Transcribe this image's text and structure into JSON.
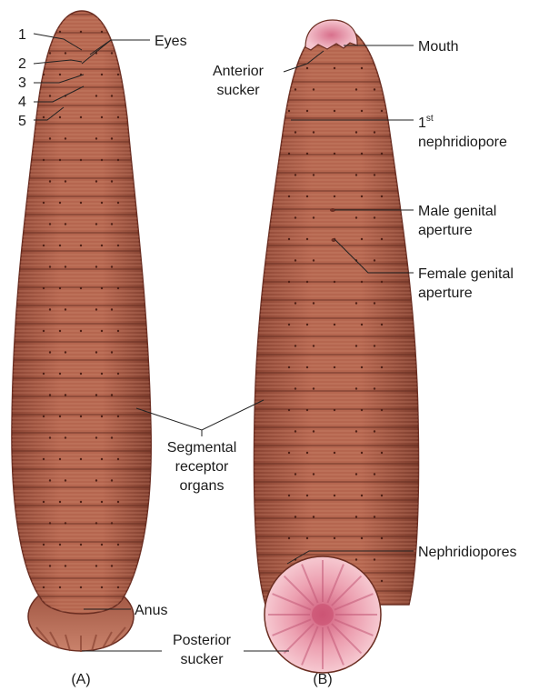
{
  "figure": {
    "panel_a": {
      "panel_label": "(A)",
      "segment_numbers": [
        "1",
        "2",
        "3",
        "4",
        "5"
      ],
      "eyes_label": "Eyes",
      "receptor_label": [
        "Segmental",
        "receptor",
        "organs"
      ],
      "anus_label": "Anus",
      "posterior_sucker_label": [
        "Posterior",
        "sucker"
      ]
    },
    "panel_b": {
      "panel_label": "(B)",
      "mouth_label": "Mouth",
      "anterior_sucker_label": [
        "Anterior",
        "sucker"
      ],
      "first_nephridiopore_label": {
        "number": "1",
        "superscript": "st",
        "word": "nephridiopore"
      },
      "male_label": [
        "Male genital",
        "aperture"
      ],
      "female_label": [
        "Female genital",
        "aperture"
      ],
      "nephridiopores_label": "Nephridiopores"
    },
    "colors": {
      "body": "#a85a45",
      "body_dark": "#7a3a2a",
      "body_light": "#c47d66",
      "sucker_pink": "#e9a7b3",
      "sucker_center": "#d46b86",
      "outline": "#6b2e22"
    }
  }
}
